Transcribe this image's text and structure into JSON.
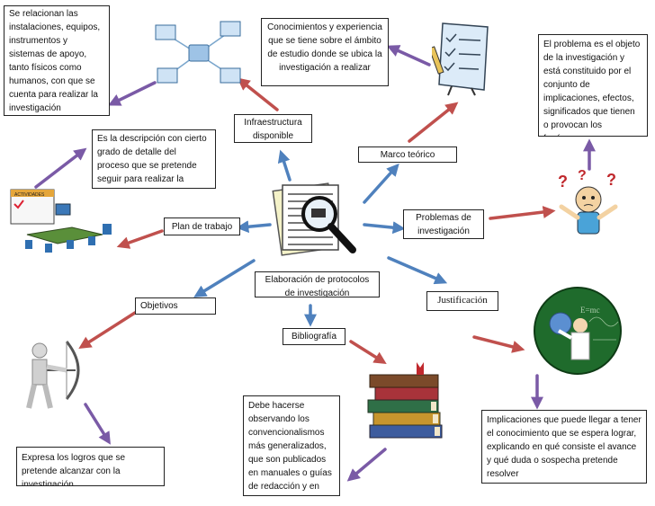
{
  "diagram": {
    "center_title": "Elaboración de protocolos de investigación",
    "nodes": {
      "infraestructura": "Infraestructura disponible",
      "marco_teorico": "Marco teórico",
      "plan_trabajo": "Plan de trabajo",
      "problemas": "Problemas de investigación",
      "objetivos": "Objetivos",
      "bibliografia": "Bibliografía",
      "justificacion": "Justificación"
    },
    "descriptions": {
      "infraestructura": "Se relacionan las instalaciones, equipos, instrumentos y sistemas de apoyo, tanto físicos como humanos, con que se cuenta para realizar la investigación",
      "marco_teorico": "Conocimientos y experiencia que se tiene sobre el ámbito de estudio donde se ubica la investigación a realizar",
      "problemas": "El problema es el objeto de la investigación y está constituido por el conjunto de implicaciones, efectos, significados que tienen o provocan los fenómenos.",
      "plan_trabajo": "Es la descripción con cierto grado de detalle del proceso que se pretende seguir para realizar la investigación.",
      "objetivos": "Expresa los logros que se pretende alcanzar con la investigación",
      "bibliografia": "Debe hacerse observando los convencionalismos más generalizados, que son publicados en manuales o guías de redacción y en algunos",
      "justificacion": "Implicaciones que puede llegar a tener el conocimiento que se espera lograr, explicando en qué consiste el avance y qué duda o sospecha pretende resolver"
    },
    "board_label": "ACTIVIDADES",
    "colors": {
      "arrow_blue": "#4f81bd",
      "arrow_red": "#c0504d",
      "arrow_purple": "#7a5aa6"
    }
  }
}
